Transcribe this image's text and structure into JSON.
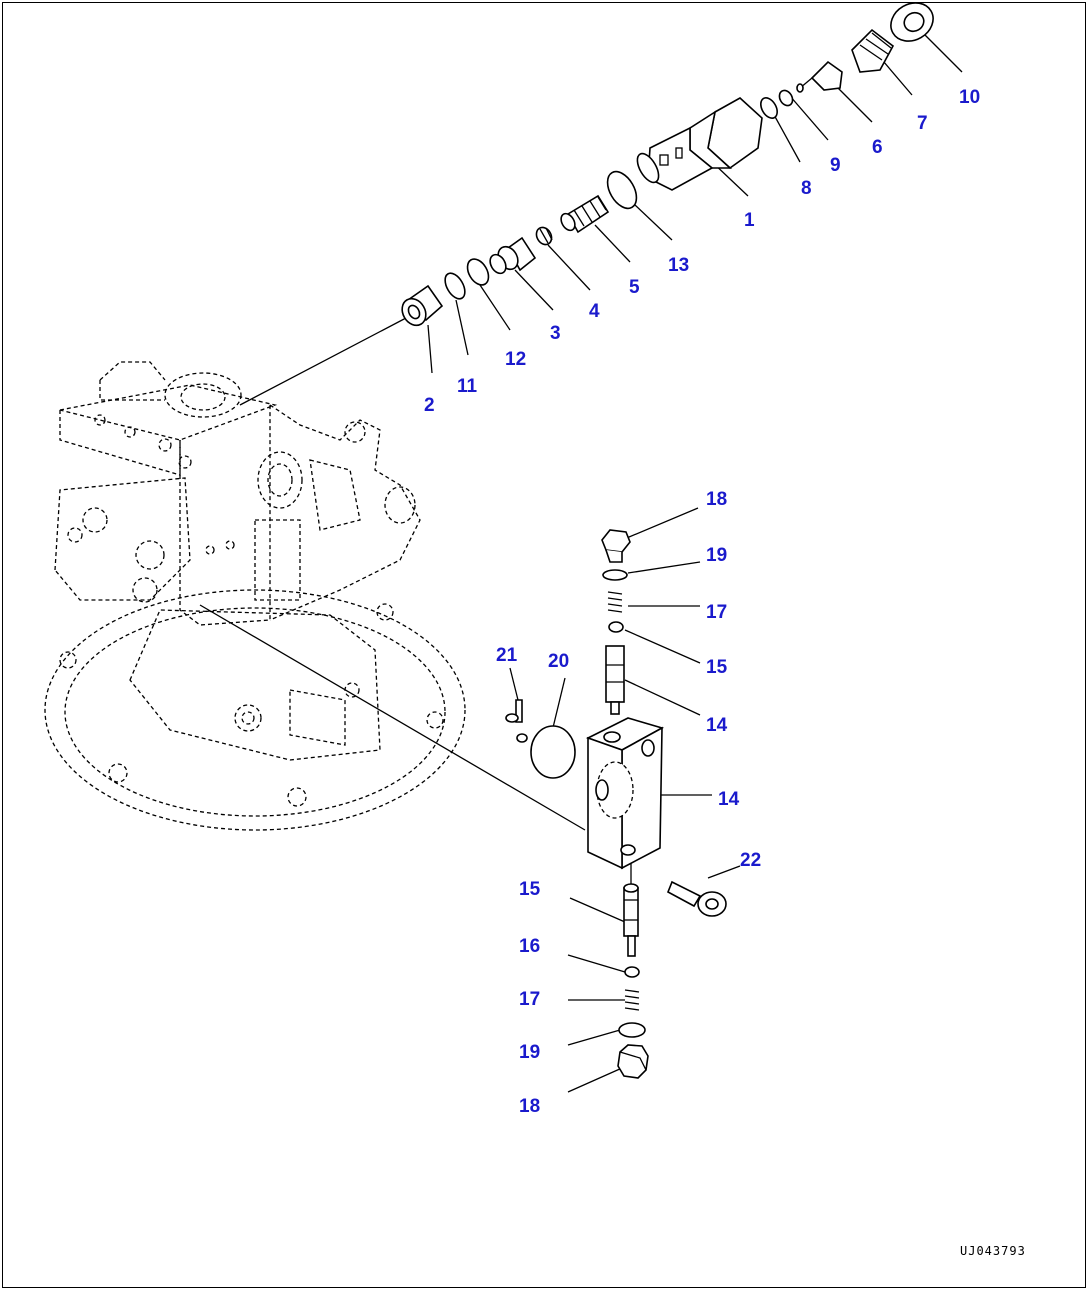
{
  "callout_color": "#1a1acc",
  "callouts": [
    {
      "n": "1"
    },
    {
      "n": "2"
    },
    {
      "n": "3"
    },
    {
      "n": "4"
    },
    {
      "n": "5"
    },
    {
      "n": "6"
    },
    {
      "n": "7"
    },
    {
      "n": "8"
    },
    {
      "n": "9"
    },
    {
      "n": "10"
    },
    {
      "n": "11"
    },
    {
      "n": "12"
    },
    {
      "n": "13"
    },
    {
      "n": "14"
    },
    {
      "n": "15"
    },
    {
      "n": "16"
    },
    {
      "n": "17"
    },
    {
      "n": "18"
    },
    {
      "n": "19"
    },
    {
      "n": "20"
    },
    {
      "n": "21"
    },
    {
      "n": "22"
    },
    {
      "n": "15"
    },
    {
      "n": "16"
    },
    {
      "n": "17"
    },
    {
      "n": "19"
    },
    {
      "n": "18"
    }
  ],
  "drawing_code": "UJ043793"
}
